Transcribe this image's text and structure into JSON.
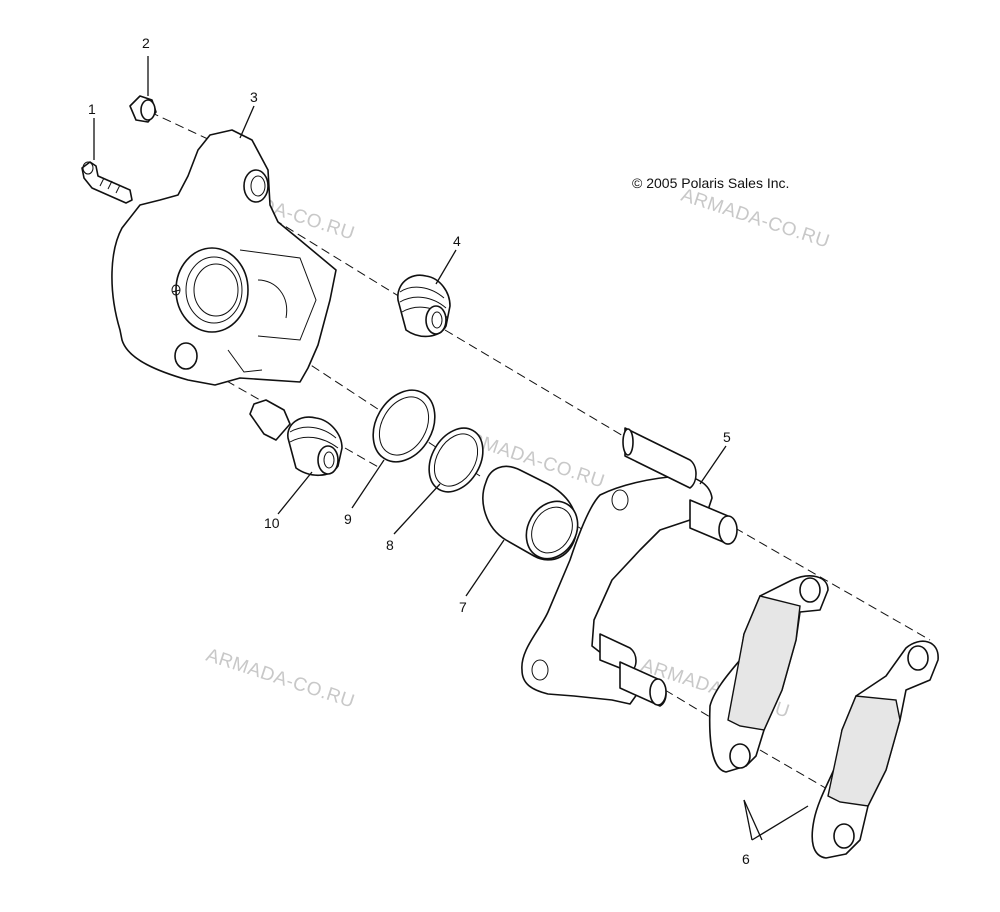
{
  "copyright": "© 2005 Polaris Sales Inc.",
  "watermark": "ARMADA-CO.RU",
  "callouts": {
    "c1": "1",
    "c2": "2",
    "c3": "3",
    "c4": "4",
    "c5": "5",
    "c6": "6",
    "c7": "7",
    "c8": "8",
    "c9": "9",
    "c10": "10"
  }
}
